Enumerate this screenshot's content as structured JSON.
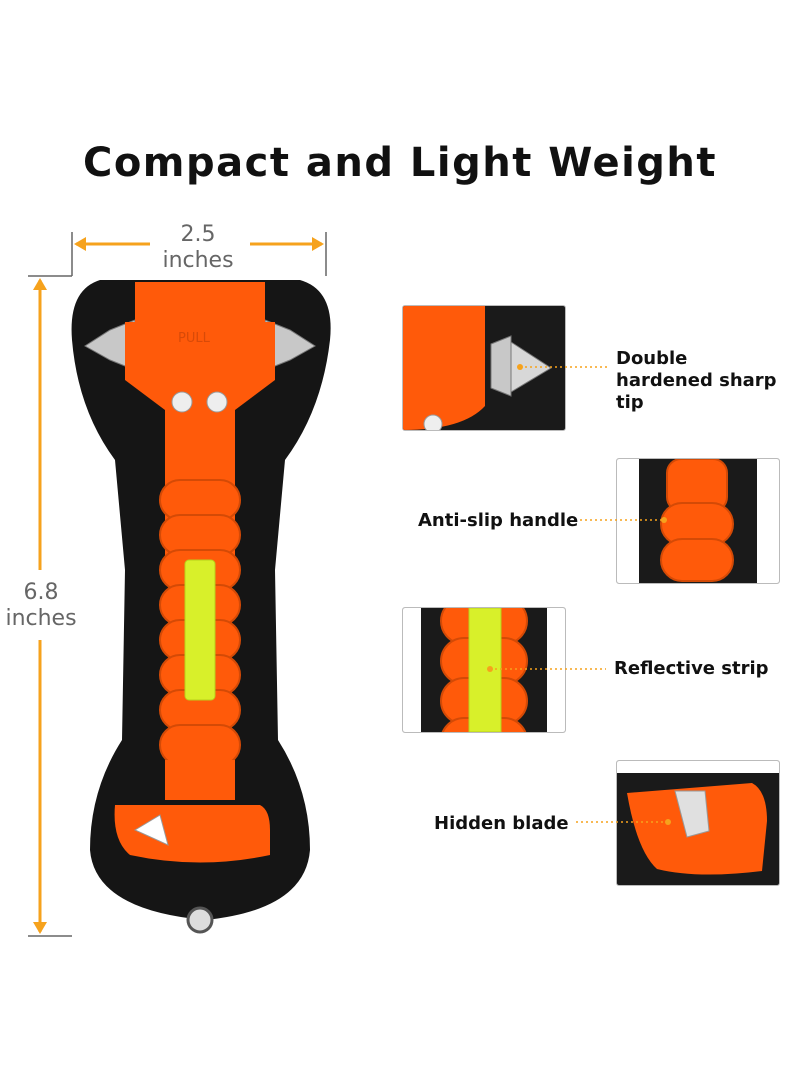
{
  "title": "Compact and Light Weight",
  "dimensions": {
    "width": {
      "value": "2.5",
      "unit": "inches"
    },
    "height": {
      "value": "6.8",
      "unit": "inches"
    }
  },
  "product": {
    "handle_text": "PULL"
  },
  "features": [
    {
      "label_line1": "Double",
      "label_line2": "hardened sharp tip"
    },
    {
      "label": "Anti-slip handle"
    },
    {
      "label": "Reflective strip"
    },
    {
      "label": "Hidden blade"
    }
  ],
  "colors": {
    "orange": "#ff5a0a",
    "black": "#151515",
    "reflective": "#d8f02a",
    "dimension_arrow": "#f6a21c",
    "leader": "#f6a21c"
  }
}
